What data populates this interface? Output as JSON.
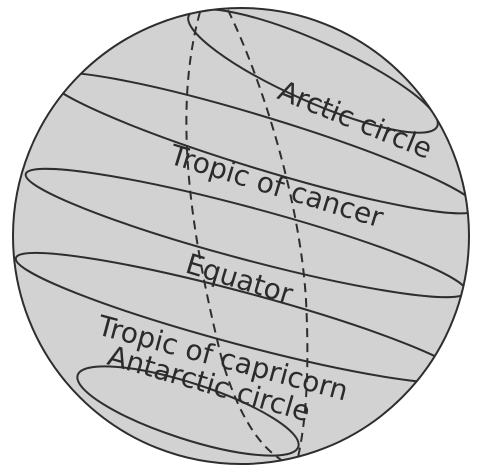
{
  "diagram": {
    "labels": {
      "arctic_circle": "Arctic circle",
      "tropic_of_cancer": "Tropic of cancer",
      "equator": "Equator",
      "tropic_of_capricorn": "Tropic of capricorn",
      "antarctic_circle": "Antarctic circle"
    },
    "colors": {
      "globe_fill": "#d2d2d2",
      "line": "#2e2e2e",
      "text": "#2b2b2b"
    }
  }
}
